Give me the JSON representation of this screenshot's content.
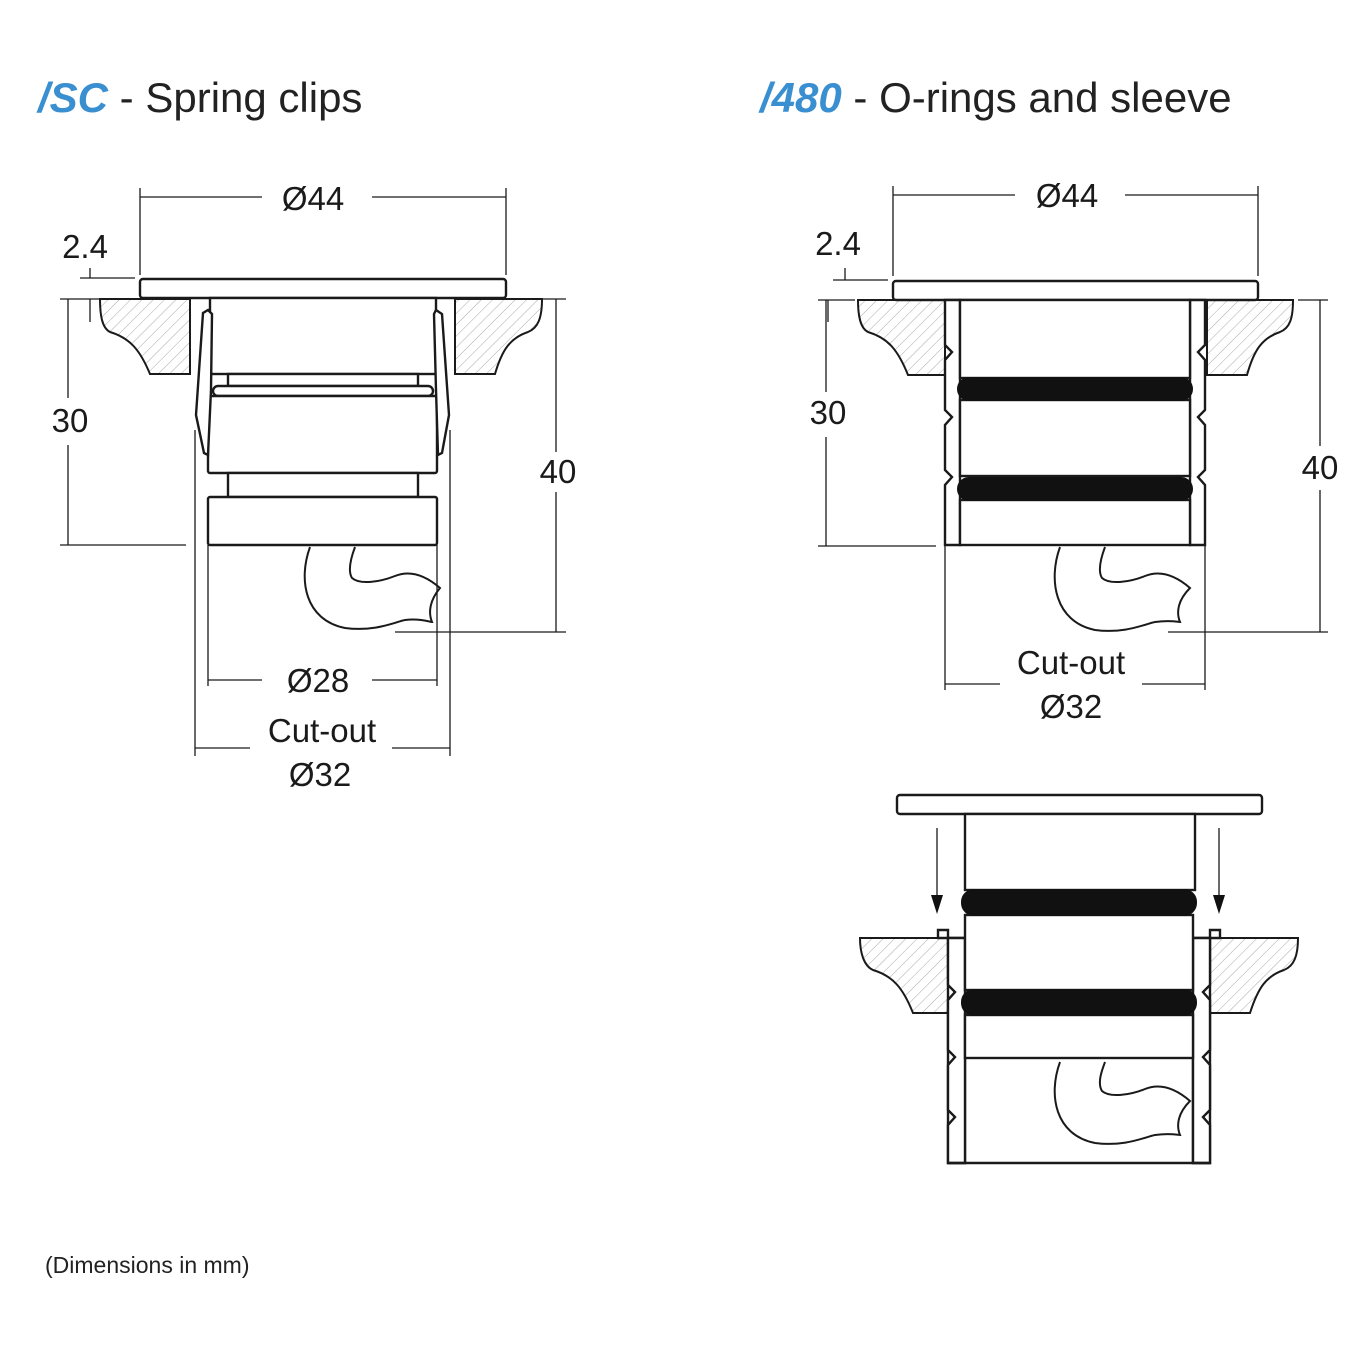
{
  "colors": {
    "accent": "#3a8fd0",
    "line": "#1a1a1a"
  },
  "sc": {
    "code": "/SC",
    "title": " - Spring clips",
    "dim_flange": "Ø44",
    "dim_thickness": "2.4",
    "dim_depth_30": "30",
    "dim_depth_40": "40",
    "dim_body": "Ø28",
    "cutout_label": "Cut-out",
    "dim_cutout": "Ø32"
  },
  "o480": {
    "code": "/480",
    "title": " - O-rings and sleeve",
    "dim_flange": "Ø44",
    "dim_thickness": "2.4",
    "dim_depth_30": "30",
    "dim_depth_40": "40",
    "cutout_label": "Cut-out",
    "dim_cutout": "Ø32"
  },
  "footer": "(Dimensions in mm)"
}
